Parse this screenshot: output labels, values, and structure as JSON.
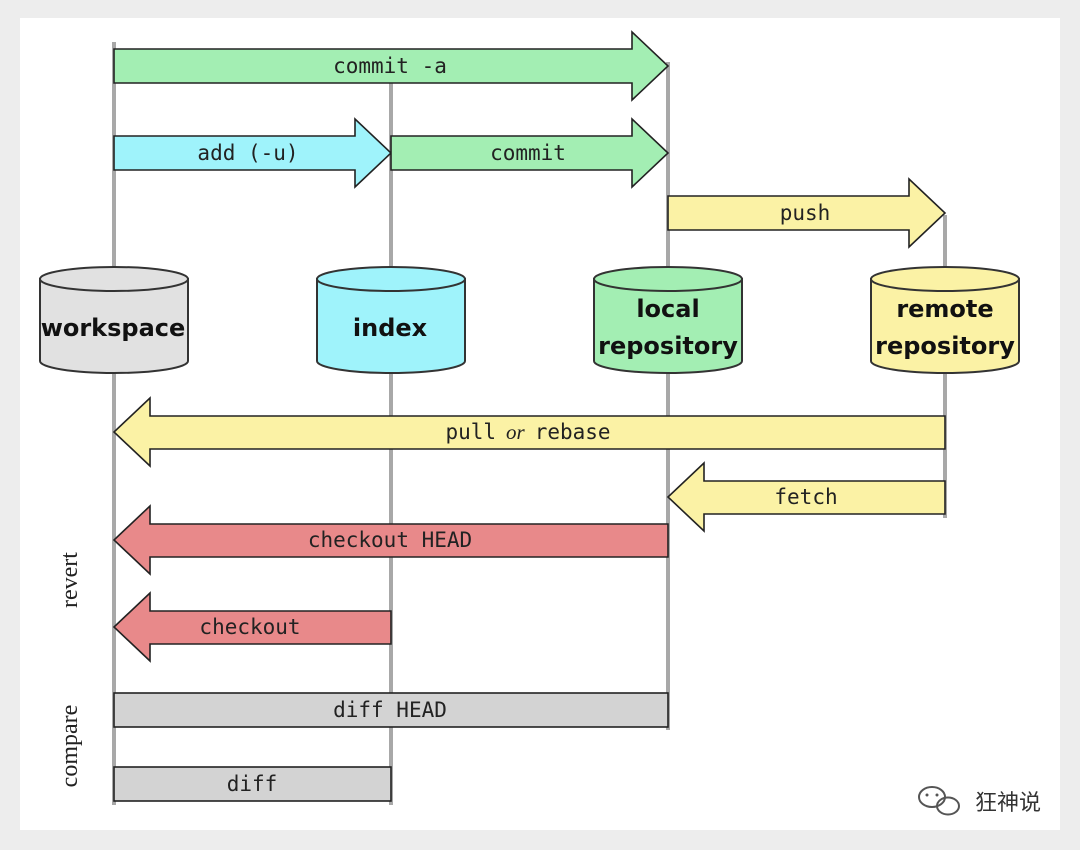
{
  "nodes": {
    "workspace": [
      "workspace"
    ],
    "index": [
      "index"
    ],
    "local": [
      "local",
      "repository"
    ],
    "remote": [
      "remote",
      "repository"
    ]
  },
  "commands": {
    "commit_a": "commit -a",
    "add": "add (-u)",
    "commit": "commit",
    "push": "push",
    "pull": "pull",
    "or": "or",
    "rebase": "rebase",
    "fetch": "fetch",
    "checkout_head": "checkout HEAD",
    "checkout": "checkout",
    "diff_head": "diff HEAD",
    "diff": "diff"
  },
  "groups": {
    "revert": "revert",
    "compare": "compare"
  },
  "watermark": "狂神说",
  "colors": {
    "green": "#a3eeb3",
    "cyan": "#9ff3fb",
    "yellow": "#fbf2a5",
    "red": "#e8898a",
    "gray": "#d3d3d3",
    "workspace": "#e1e1e1",
    "index": "#9ff3fb",
    "local": "#a3eeb3",
    "remote": "#fbf2a5"
  }
}
